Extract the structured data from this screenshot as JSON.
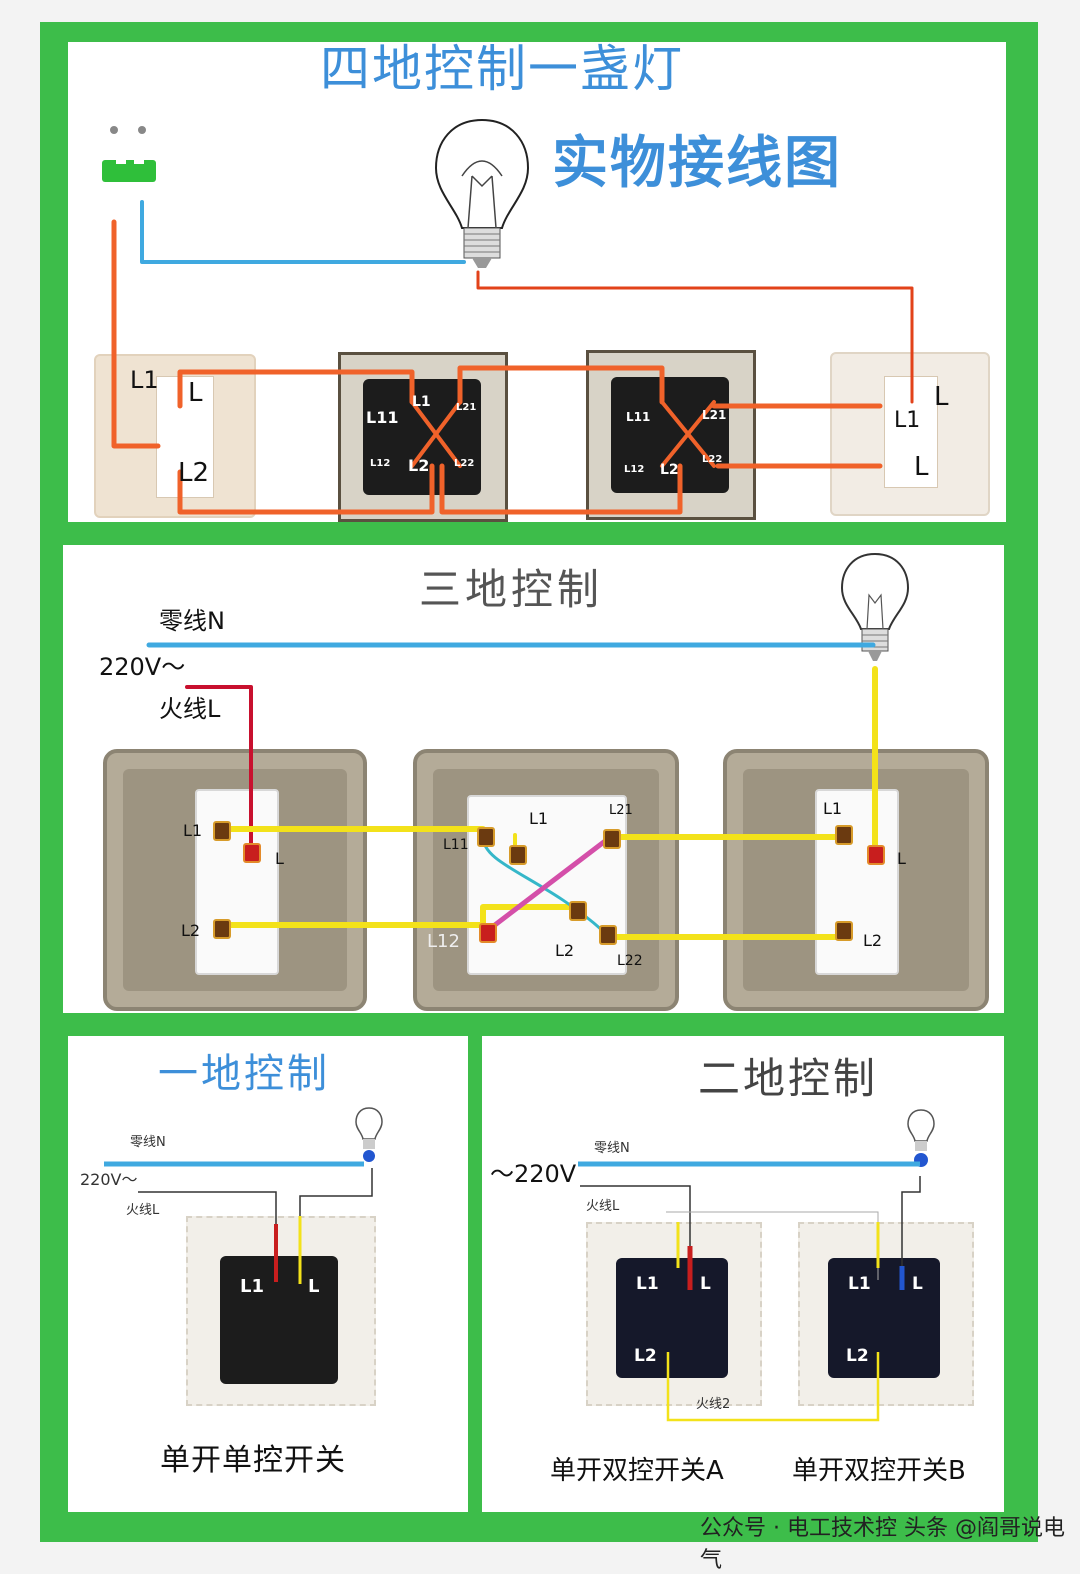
{
  "panel1": {
    "title": "四地控制一盏灯",
    "subtitle": "实物接线图",
    "switch1_labels": {
      "l1": "L1",
      "l": "L",
      "l2": "L2"
    },
    "switch2_labels": {
      "l11": "L11",
      "l1": "L1",
      "l21": "L21",
      "l12": "L12",
      "l2": "L2",
      "l22": "L22"
    },
    "switch3_labels": {
      "l11": "L11",
      "l21": "L21",
      "l12": "L12",
      "l2": "L2",
      "l22": "L22"
    },
    "switch4_labels": {
      "l": "L",
      "l1": "L1",
      "l_lower": "L"
    }
  },
  "panel2": {
    "title": "三地控制",
    "neutral_label": "零线N",
    "voltage_label": "220V～",
    "live_label": "火线L",
    "switch_a": {
      "l1": "L1",
      "l": "L",
      "l2": "L2"
    },
    "switch_b": {
      "l1": "L1",
      "l21": "L21",
      "l11": "L11",
      "l12": "L12",
      "l2": "L2",
      "l22": "L22"
    },
    "switch_c": {
      "l1": "L1",
      "l": "L",
      "l2": "L2"
    }
  },
  "panel3": {
    "title": "一地控制",
    "neutral_label": "零线N",
    "voltage_label": "220V～",
    "live_label": "火线L",
    "switch_labels": {
      "l1": "L1",
      "l": "L"
    },
    "caption": "单开单控开关"
  },
  "panel4": {
    "title": "二地控制",
    "neutral_label": "零线N",
    "voltage_label": "～220V",
    "live_label": "火线L",
    "bridge_label": "火线2",
    "switch_a": {
      "l1": "L1",
      "l": "L",
      "l2": "L2"
    },
    "switch_b": {
      "l1": "L1",
      "l": "L",
      "l2": "L2"
    },
    "caption_a": "单开双控开关A",
    "caption_b": "单开双控开关B"
  },
  "watermark": "公众号 · 电工技术控  头条 @阎哥说电气",
  "colors": {
    "frame": "#3dbd4a",
    "blue_wire": "#3fa9e0",
    "orange_wire": "#f0622a",
    "yellow_wire": "#f3e21a",
    "red_wire": "#d42a2a",
    "title_blue": "#3d8fd9"
  }
}
